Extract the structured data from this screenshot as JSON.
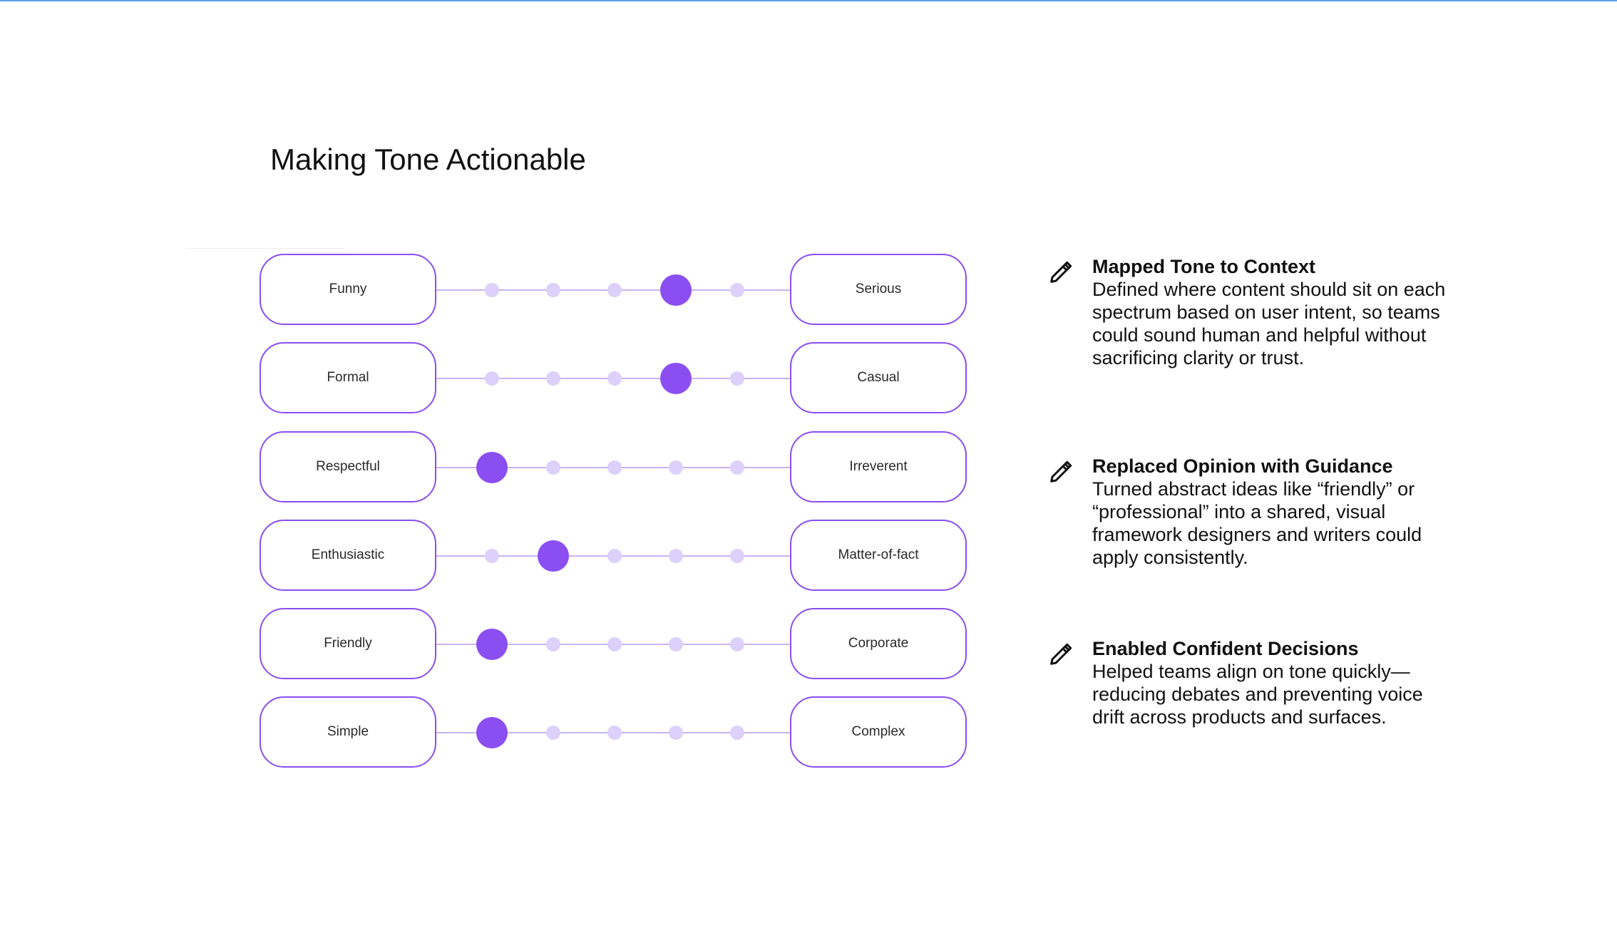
{
  "page": {
    "title": "Making Tone Actionable"
  },
  "colors": {
    "accent": "#8b4ef0",
    "dot_inactive": "#ddd0fa",
    "track": "#c9b3f5",
    "top_rule": "#5aa0e8"
  },
  "spectrums": [
    {
      "left": "Funny",
      "right": "Serious",
      "selected_step": 4,
      "steps": 5
    },
    {
      "left": "Formal",
      "right": "Casual",
      "selected_step": 4,
      "steps": 5
    },
    {
      "left": "Respectful",
      "right": "Irreverent",
      "selected_step": 1,
      "steps": 5
    },
    {
      "left": "Enthusiastic",
      "right": "Matter-of-fact",
      "selected_step": 2,
      "steps": 5
    },
    {
      "left": "Friendly",
      "right": "Corporate",
      "selected_step": 1,
      "steps": 5
    },
    {
      "left": "Simple",
      "right": "Complex",
      "selected_step": 1,
      "steps": 5
    }
  ],
  "notes": [
    {
      "icon": "pencil-icon",
      "title": "Mapped Tone to Context",
      "body": "Defined where content should sit on each spectrum based on user intent, so teams could sound human and helpful without sacrificing clarity or trust."
    },
    {
      "icon": "pencil-icon",
      "title": "Replaced Opinion with Guidance",
      "body": "Turned abstract ideas like “friendly” or “professional” into a shared, visual framework designers and writers could apply consistently."
    },
    {
      "icon": "pencil-icon",
      "title": "Enabled Confident Decisions",
      "body": "Helped teams align on tone quickly—reducing debates and preventing voice drift across products and surfaces."
    }
  ]
}
